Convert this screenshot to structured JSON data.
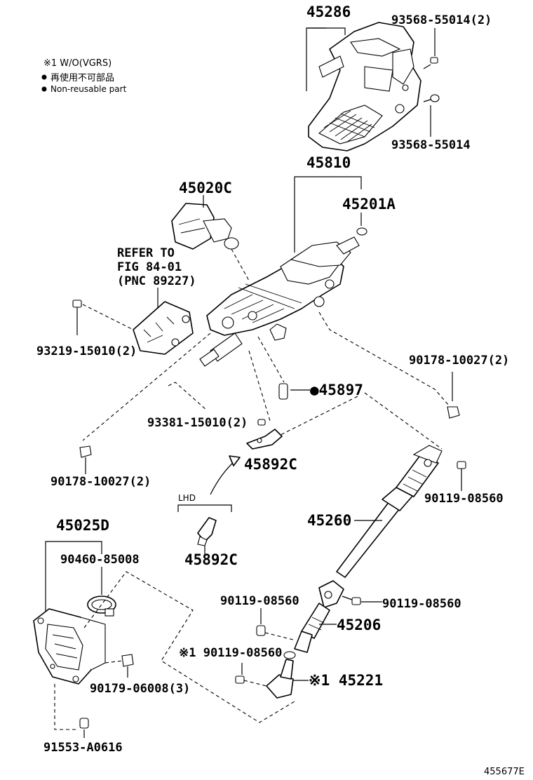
{
  "notes": {
    "wo_vgrs": "※1  W/O(VGRS)",
    "nonreusable_jp": "再使用不可部品",
    "nonreusable_en": "Non-reusable part"
  },
  "refer": {
    "line1": "REFER TO",
    "line2": "FIG 84-01",
    "line3": "(PNC 89227)"
  },
  "labels": {
    "p45286": "45286",
    "p93568_55014_2": "93568-55014(2)",
    "p93568_55014": "93568-55014",
    "p45810": "45810",
    "p45020c": "45020C",
    "p45201a": "45201A",
    "p93219_15010_2": "93219-15010(2)",
    "p90178_10027_2_right": "90178-10027(2)",
    "p45897": "●45897",
    "p93381_15010_2": "93381-15010(2)",
    "p45892c_top": "45892C",
    "p90178_10027_2_left": "90178-10027(2)",
    "p90119_08560_a": "90119-08560",
    "lhd": "LHD",
    "p45260": "45260",
    "p45892c_lhd": "45892C",
    "p45025d": "45025D",
    "p90460_85008": "90460-85008",
    "p90119_08560_b": "90119-08560",
    "p90119_08560_c": "90119-08560",
    "p45206": "45206",
    "p90119_08560_d": "※1 90119-08560",
    "p45221": "※1 45221",
    "p90179_06008_3": "90179-06008(3)",
    "p91553_a0616": "91553-A0616",
    "figure_id": "455677E"
  }
}
